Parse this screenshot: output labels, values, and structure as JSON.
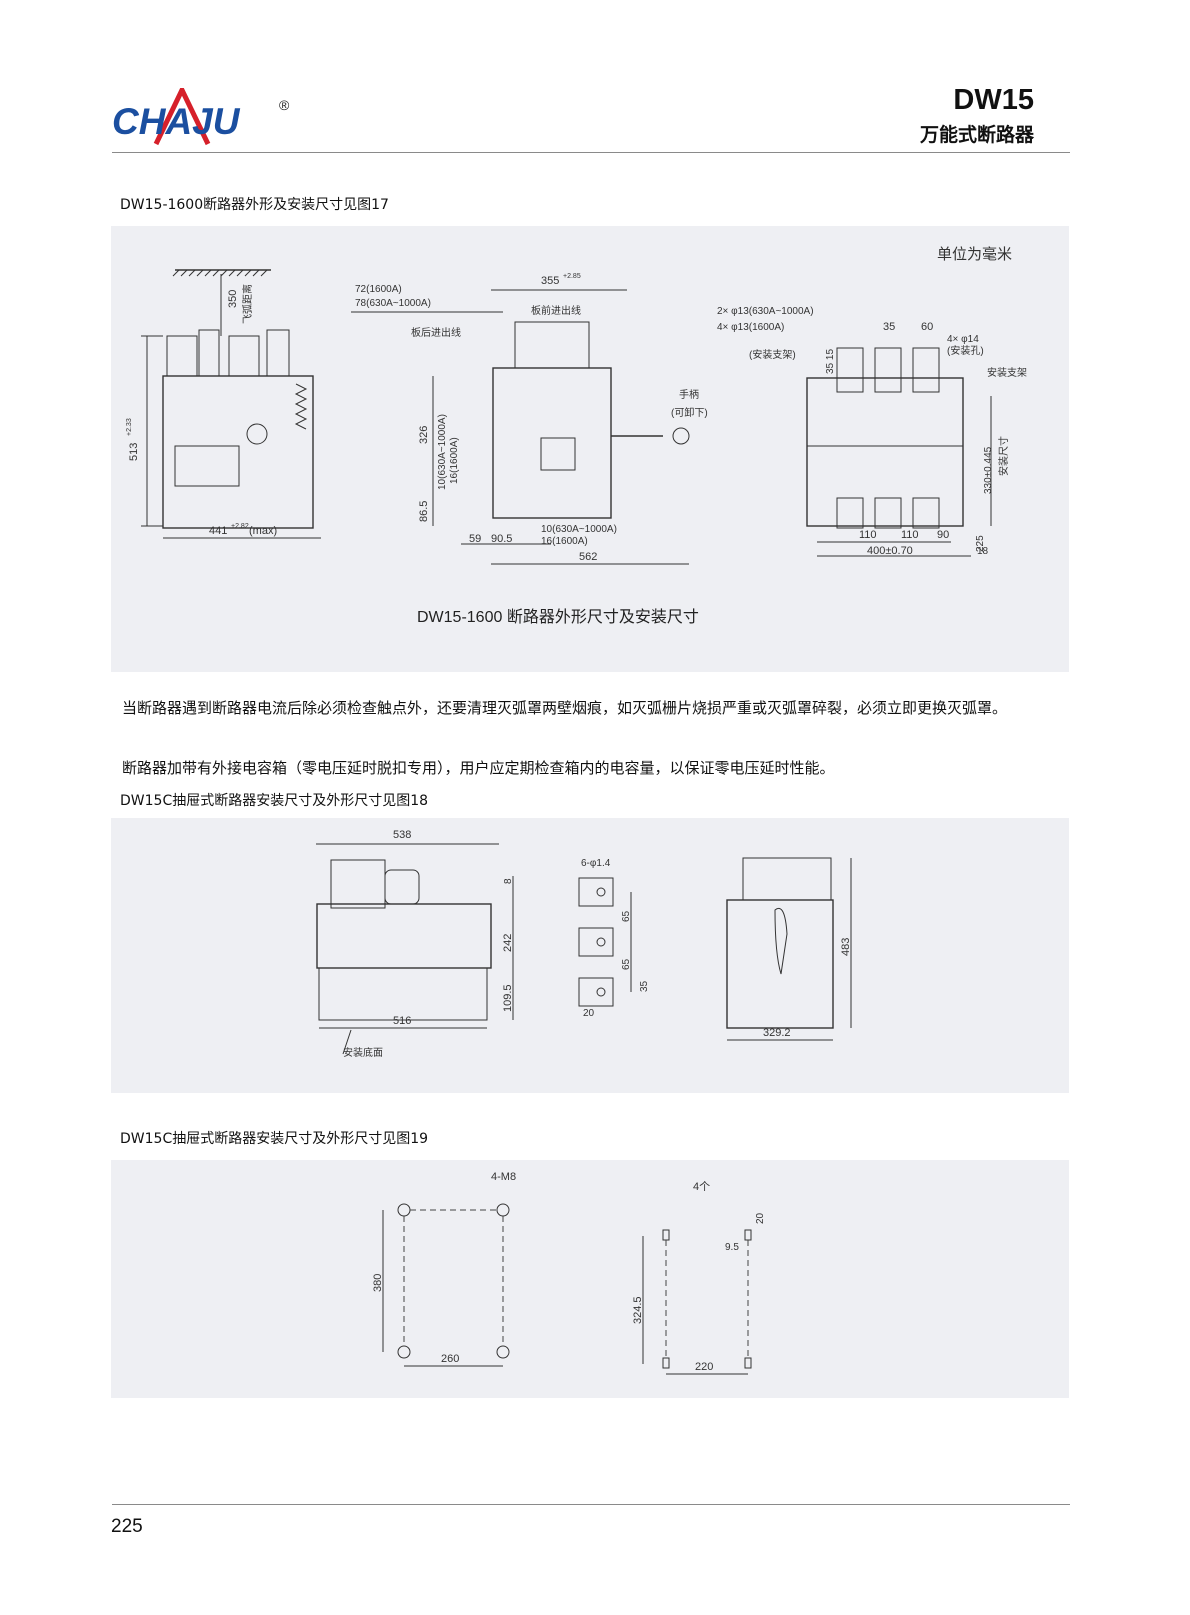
{
  "header": {
    "brand": "CHAJU",
    "registered_mark": "®",
    "model": "DW15",
    "subtitle": "万能式断路器",
    "brand_color": "#1b4fa0",
    "accent_color": "#d6202a"
  },
  "section1": {
    "caption": "DW15-1600断路器外形及安装尺寸见图17",
    "figure": {
      "unit_note": "单位为毫米",
      "title": "DW15-1600 断路器外形尺寸及安装尺寸",
      "side_view": {
        "h_350": "350",
        "arc_note": "飞弧距离",
        "h_513": "513",
        "h_513_tol": "+2.33",
        "w_441": "441",
        "w_441_tol": "+2.82",
        "w_441_suffix": "(max)"
      },
      "section_view": {
        "d_72": "72(1600A)",
        "d_78": "78(630A~1000A)",
        "w_355": "355",
        "w_355_tol": "+2.85",
        "rear_busbar": "板后进出线",
        "front_busbar": "板前进出线",
        "handle": "手柄",
        "handle_note": "(可卸下)",
        "h_326": "326",
        "v_10": "10(630A~1000A)",
        "v_16": "16(1600A)",
        "h_865": "86.5",
        "w_59": "59",
        "w_905": "90.5",
        "b_10": "10(630A~1000A)",
        "b_16": "16(1600A)",
        "w_562": "562"
      },
      "front_view": {
        "hole_2": "2× φ13(630A~1000A)",
        "hole_4": "4× φ13(1600A)",
        "d_35": "35",
        "d_60": "60",
        "mount_hole": "4× φ14",
        "mount_hole_note": "(安装孔)",
        "bracket_left": "(安装支架)",
        "bracket_right": "安装支架",
        "d_3515": "35 15",
        "h_330": "330±0.445",
        "h_330_note": "安装尺寸",
        "d_110a": "110",
        "d_110b": "110",
        "d_90": "90",
        "w_400": "400±0.70",
        "d_225": "225",
        "d_18": "18"
      }
    }
  },
  "paragraphs": [
    "当断路器遇到断路器电流后除必须检查触点外，还要清理灭弧罩两壁烟痕，如灭弧栅片烧损严重或灭弧罩碎裂，必须立即更换灭弧罩。",
    "断路器加带有外接电容箱（零电压延时脱扣专用），用户应定期检查箱内的电容量，以保证零电压延时性能。"
  ],
  "section2": {
    "caption": "DW15C抽屉式断路器安装尺寸及外形尺寸见图18",
    "figure": {
      "w_538": "538",
      "h_8": "8",
      "h_242": "242",
      "h_1095": "109.5",
      "w_516": "516",
      "base_label": "安装底面",
      "holes": "6-φ1.4",
      "h_65a": "65",
      "h_65b": "65",
      "h_35": "35",
      "w_20": "20",
      "h_483": "483",
      "w_3292": "329.2"
    }
  },
  "section3": {
    "caption": "DW15C抽屉式断路器安装尺寸及外形尺寸见图19",
    "figure": {
      "bolts": "4-M8",
      "h_380": "380",
      "w_260": "260",
      "count": "4个",
      "h_20": "20",
      "w_95": "9.5",
      "h_3245": "324.5",
      "w_220": "220"
    }
  },
  "footer": {
    "page_number": "225"
  }
}
